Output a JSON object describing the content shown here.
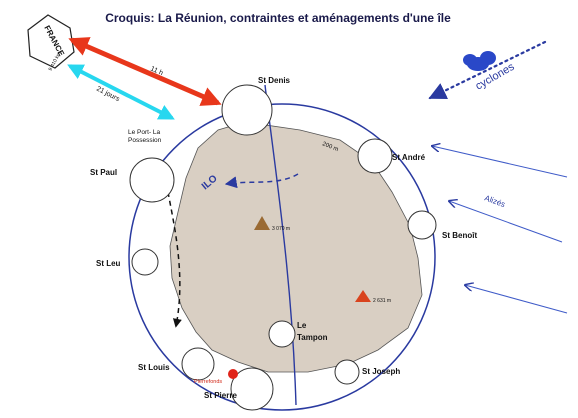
{
  "title": "Croquis: La Réunion, contraintes et aménagements d'une île",
  "france": {
    "label": "FRANCE",
    "distance": "9 410 km"
  },
  "links": {
    "flight": "11 h",
    "sea": "21 jours"
  },
  "cities": {
    "st_denis": "St Denis",
    "le_port": "Le Port- La Possession",
    "st_andre": "St André",
    "st_paul": "St Paul",
    "st_benoit": "St Benoît",
    "st_leu": "St Leu",
    "le_tampon": "Le Tampon",
    "st_louis": "St Louis",
    "st_joseph": "St Joseph",
    "st_pierre": "St Pierre",
    "pierrefonds": "Pierrefonds"
  },
  "peaks": {
    "piton_neiges": "3 070 m",
    "fournaise": "2 631 m"
  },
  "contour": "200 m",
  "ilo": "ILO",
  "alizes": "Alizés",
  "cyclones": "cyclones",
  "colors": {
    "island": "#d9cfc3",
    "sea_ring": "#2a3aa0",
    "flight_arrow": "#e8371b",
    "sea_arrow": "#27d7ef",
    "peak_1": "#9a6a33",
    "peak_2": "#d9431d",
    "airport": "#e0241a",
    "cloud": "#2a48c8"
  }
}
